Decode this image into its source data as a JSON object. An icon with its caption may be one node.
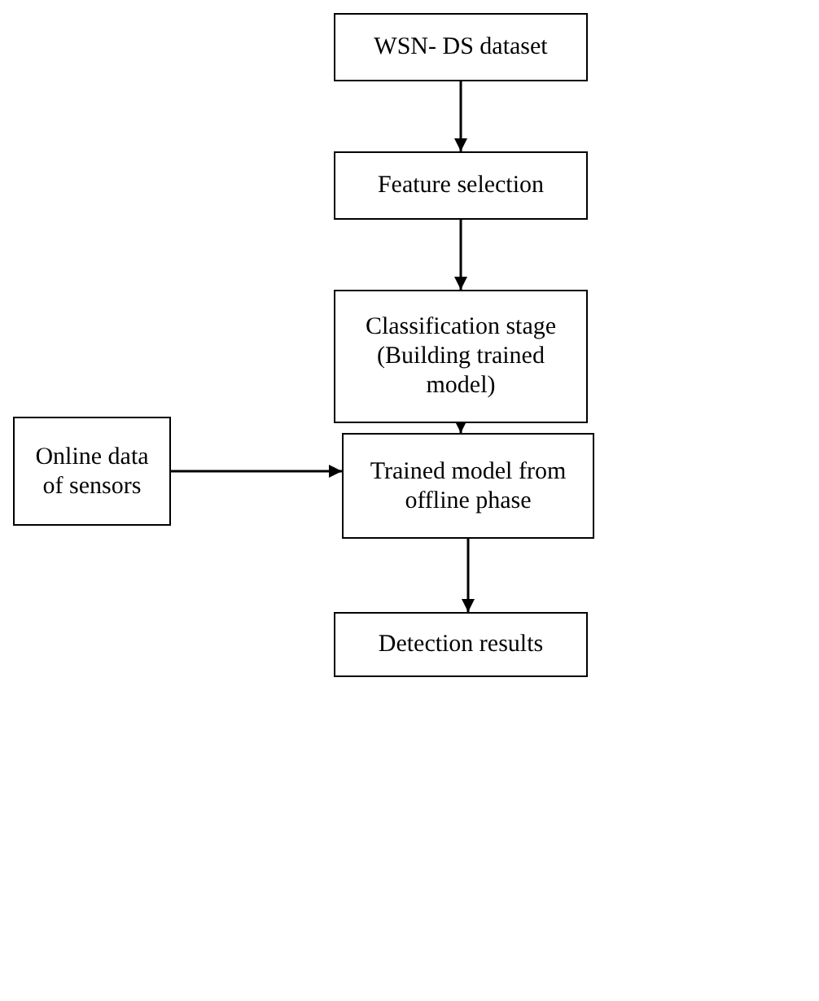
{
  "diagram": {
    "nodes": [
      {
        "text": [
          "WSN- DS dataset"
        ]
      },
      {
        "text": [
          "Feature selection"
        ]
      },
      {
        "text": [
          "Classification stage (Building trained model)"
        ]
      },
      {
        "text": [
          "Online data of sensors"
        ]
      },
      {
        "text": [
          "Trained model from offline phase"
        ]
      },
      {
        "text": [
          "Detection results"
        ]
      }
    ],
    "edges": [
      {
        "from": 0,
        "to": 1,
        "arrow": "to"
      },
      {
        "from": 1,
        "to": 2,
        "arrow": "to"
      },
      {
        "from": 2,
        "to": 4,
        "arrow": "to"
      },
      {
        "from": 3,
        "to": 4,
        "arrow": "to"
      },
      {
        "from": 4,
        "to": 5,
        "arrow": "to"
      }
    ]
  }
}
